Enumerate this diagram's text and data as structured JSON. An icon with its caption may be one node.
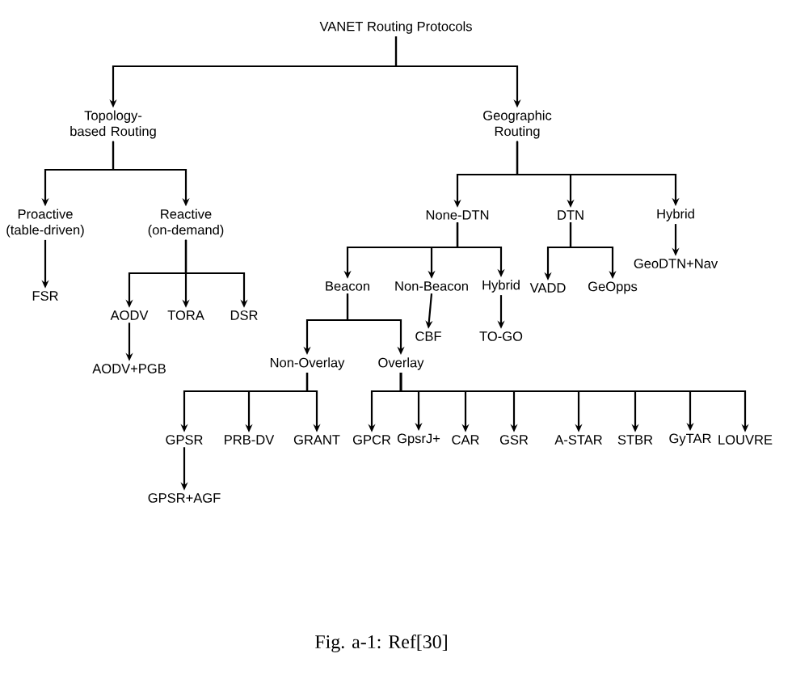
{
  "diagram": {
    "caption": "Fig. a-1: Ref[30]",
    "nodes": [
      {
        "text": [
          "VANET Routing Protocols"
        ]
      },
      {
        "text": [
          "Topology-based Routing"
        ]
      },
      {
        "text": [
          "Geographic Routing"
        ]
      },
      {
        "text": [
          "Proactive (table-driven)"
        ]
      },
      {
        "text": [
          "Reactive (on-demand)"
        ]
      },
      {
        "text": [
          "FSR"
        ]
      },
      {
        "text": [
          "AODV"
        ]
      },
      {
        "text": [
          "TORA"
        ]
      },
      {
        "text": [
          "DSR"
        ]
      },
      {
        "text": [
          "AODV+PGB"
        ]
      },
      {
        "text": [
          "None-DTN"
        ]
      },
      {
        "text": [
          "DTN"
        ]
      },
      {
        "text": [
          "Hybrid"
        ]
      },
      {
        "text": [
          "VADD"
        ]
      },
      {
        "text": [
          "GeOpps"
        ]
      },
      {
        "text": [
          "GeoDTN+Nav"
        ]
      },
      {
        "text": [
          "Beacon"
        ]
      },
      {
        "text": [
          "Non-Beacon"
        ]
      },
      {
        "text": [
          "Hybrid"
        ]
      },
      {
        "text": [
          "CBF"
        ]
      },
      {
        "text": [
          "TO-GO"
        ]
      },
      {
        "text": [
          "Non-Overlay"
        ]
      },
      {
        "text": [
          "Overlay"
        ]
      },
      {
        "text": [
          "GPSR"
        ]
      },
      {
        "text": [
          "PRB-DV"
        ]
      },
      {
        "text": [
          "GRANT"
        ]
      },
      {
        "text": [
          "GPCR"
        ]
      },
      {
        "text": [
          "GpsrJ+"
        ]
      },
      {
        "text": [
          "CAR"
        ]
      },
      {
        "text": [
          "GSR"
        ]
      },
      {
        "text": [
          "A-STAR"
        ]
      },
      {
        "text": [
          "STBR"
        ]
      },
      {
        "text": [
          "GyTAR"
        ]
      },
      {
        "text": [
          "LOUVRE"
        ]
      },
      {
        "text": [
          "GPSR+AGF"
        ]
      }
    ],
    "edges": [
      {
        "from": 0,
        "to": 1,
        "arrow": "to"
      },
      {
        "from": 0,
        "to": 2,
        "arrow": "to"
      },
      {
        "from": 1,
        "to": 3,
        "arrow": "to"
      },
      {
        "from": 1,
        "to": 4,
        "arrow": "to"
      },
      {
        "from": 3,
        "to": 5,
        "arrow": "to"
      },
      {
        "from": 4,
        "to": 6,
        "arrow": "to"
      },
      {
        "from": 4,
        "to": 7,
        "arrow": "to"
      },
      {
        "from": 4,
        "to": 8,
        "arrow": "to"
      },
      {
        "from": 6,
        "to": 9,
        "arrow": "to"
      },
      {
        "from": 2,
        "to": 10,
        "arrow": "to"
      },
      {
        "from": 2,
        "to": 11,
        "arrow": "to"
      },
      {
        "from": 2,
        "to": 12,
        "arrow": "to"
      },
      {
        "from": 11,
        "to": 13,
        "arrow": "to"
      },
      {
        "from": 11,
        "to": 14,
        "arrow": "to"
      },
      {
        "from": 12,
        "to": 15,
        "arrow": "to"
      },
      {
        "from": 10,
        "to": 16,
        "arrow": "to"
      },
      {
        "from": 10,
        "to": 17,
        "arrow": "to"
      },
      {
        "from": 10,
        "to": 18,
        "arrow": "to"
      },
      {
        "from": 17,
        "to": 19,
        "arrow": "to"
      },
      {
        "from": 18,
        "to": 20,
        "arrow": "to"
      },
      {
        "from": 16,
        "to": 21,
        "arrow": "to"
      },
      {
        "from": 16,
        "to": 22,
        "arrow": "to"
      },
      {
        "from": 21,
        "to": 23,
        "arrow": "to"
      },
      {
        "from": 21,
        "to": 24,
        "arrow": "to"
      },
      {
        "from": 21,
        "to": 25,
        "arrow": "to"
      },
      {
        "from": 22,
        "to": 26,
        "arrow": "to"
      },
      {
        "from": 22,
        "to": 27,
        "arrow": "to"
      },
      {
        "from": 22,
        "to": 28,
        "arrow": "to"
      },
      {
        "from": 22,
        "to": 29,
        "arrow": "to"
      },
      {
        "from": 22,
        "to": 30,
        "arrow": "to"
      },
      {
        "from": 22,
        "to": 31,
        "arrow": "to"
      },
      {
        "from": 22,
        "to": 32,
        "arrow": "to"
      },
      {
        "from": 22,
        "to": 33,
        "arrow": "to"
      },
      {
        "from": 23,
        "to": 34,
        "arrow": "to"
      }
    ]
  }
}
